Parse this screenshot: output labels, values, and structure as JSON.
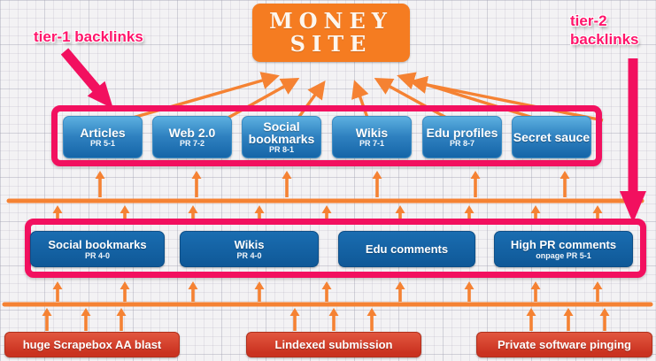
{
  "annotations": {
    "tier1_label": "tier-1 backlinks",
    "tier2_label_line1": "tier-2",
    "tier2_label_line2": "backlinks"
  },
  "money_site": {
    "line1": "MONEY",
    "line2": "SITE"
  },
  "tier1": {
    "items": [
      {
        "label": "Articles",
        "pr": "PR 5-1"
      },
      {
        "label": "Web 2.0",
        "pr": "PR 7-2"
      },
      {
        "label": "Social bookmarks",
        "pr": "PR 8-1"
      },
      {
        "label": "Wikis",
        "pr": "PR 7-1"
      },
      {
        "label": "Edu profiles",
        "pr": "PR 8-7"
      },
      {
        "label": "Secret sauce",
        "pr": ""
      }
    ]
  },
  "tier2": {
    "items": [
      {
        "label": "Social bookmarks",
        "pr": "PR 4-0"
      },
      {
        "label": "Wikis",
        "pr": "PR 4-0"
      },
      {
        "label": "Edu comments",
        "pr": ""
      },
      {
        "label": "High PR comments",
        "pr": "onpage PR 5-1"
      }
    ]
  },
  "bottom": {
    "items": [
      {
        "label": "huge Scrapebox AA blast"
      },
      {
        "label": "Lindexed submission"
      },
      {
        "label": "Private software pinging"
      }
    ]
  },
  "colors": {
    "orange": "#f58233",
    "pink": "#f2105f",
    "blue_gradient_top": "#5cb0e0",
    "blue_gradient_bottom": "#1565a8",
    "blue_dark": "#0f5897",
    "red": "#ca3220"
  }
}
